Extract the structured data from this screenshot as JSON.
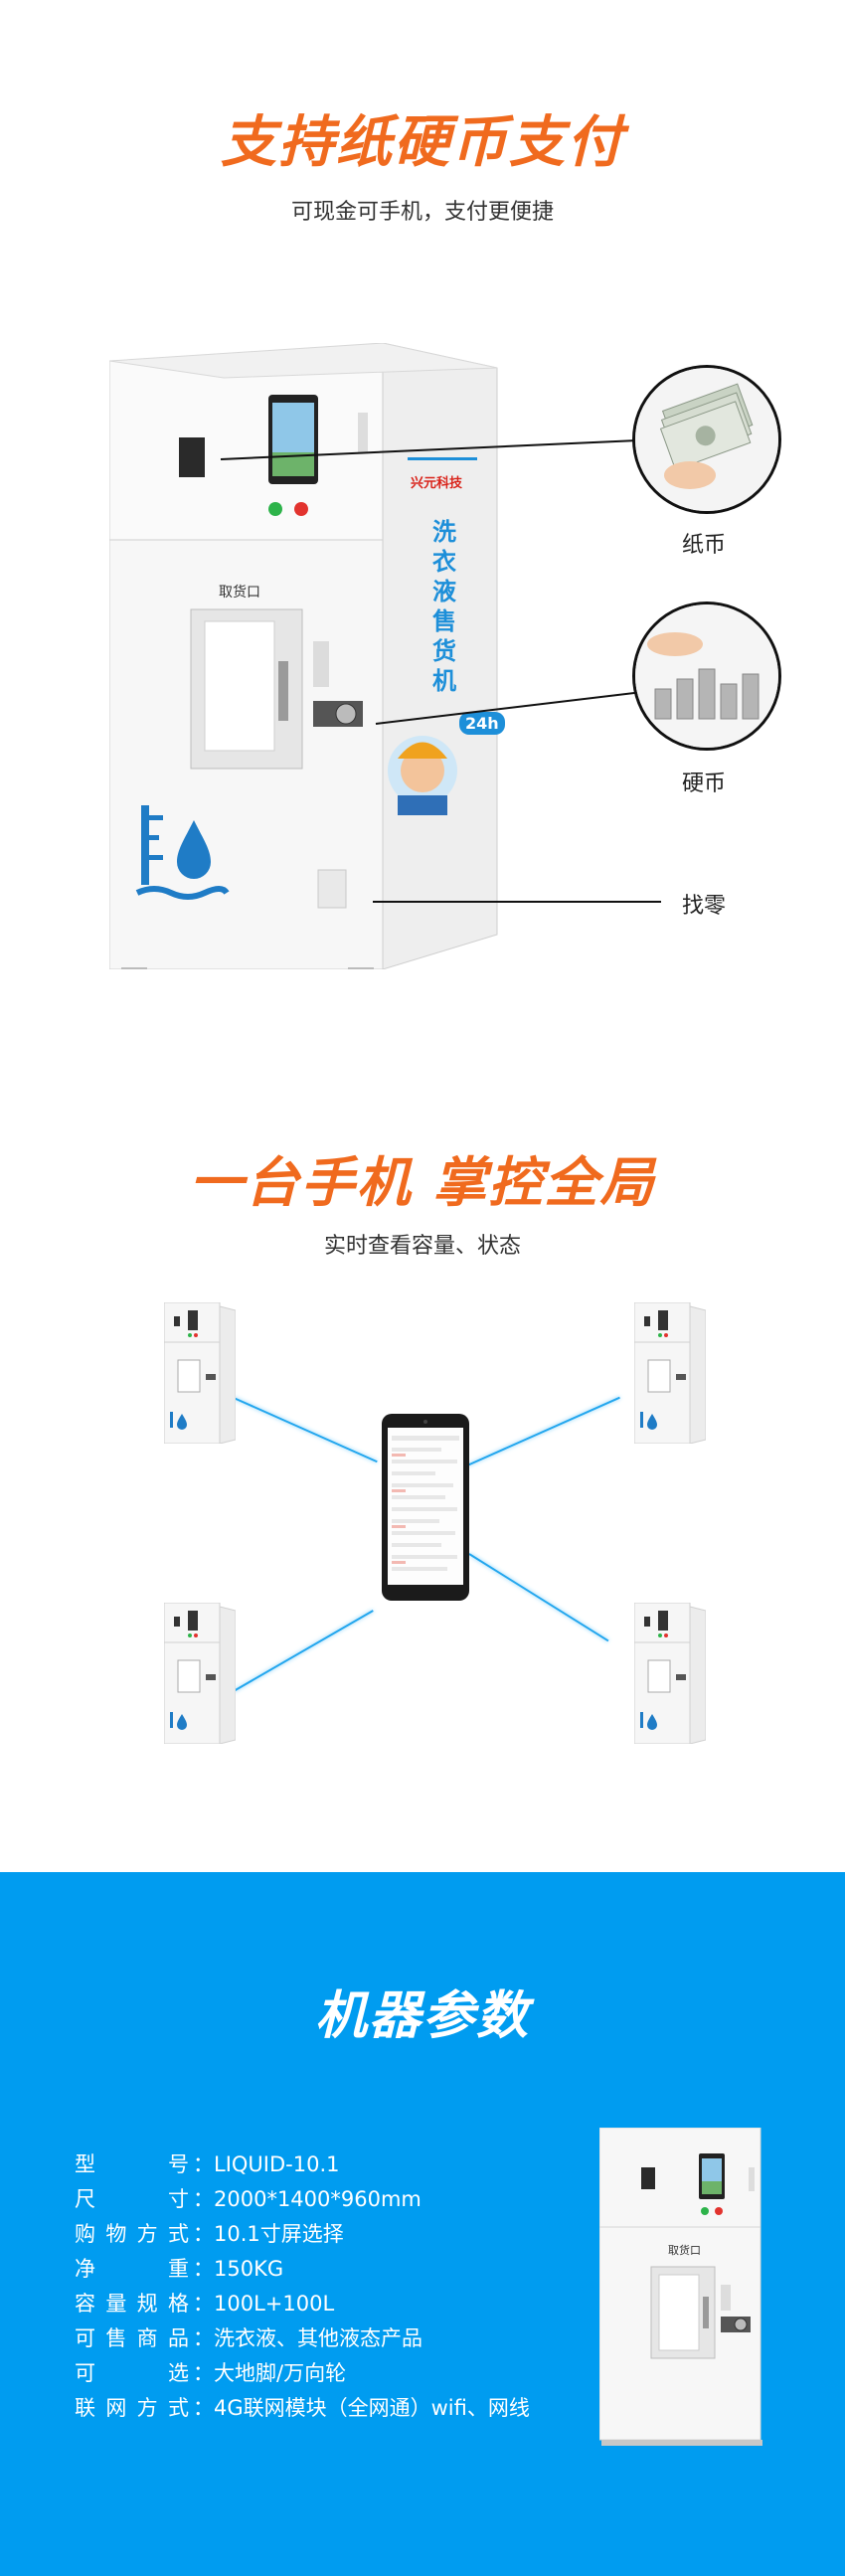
{
  "section1": {
    "title": "支持纸硬币支付",
    "subtitle": "可现金可手机，支付更便捷",
    "labels": {
      "bill": "纸币",
      "coin": "硬币",
      "change": "找零"
    },
    "machine": {
      "brand": "兴元科技",
      "pickup_label": "取货口",
      "side_text": [
        "洗",
        "衣",
        "液",
        "售",
        "货",
        "机"
      ],
      "badge": "24h"
    }
  },
  "section2": {
    "title": "一台手机 掌控全局",
    "subtitle": "实时查看容量、状态"
  },
  "section3": {
    "title": "机器参数",
    "specs": [
      {
        "key": "型号",
        "value": "LIQUID-10.1"
      },
      {
        "key": "尺寸",
        "value": "2000*1400*960mm"
      },
      {
        "key": "购物方式",
        "value": "10.1寸屏选择"
      },
      {
        "key": "净重",
        "value": "150KG"
      },
      {
        "key": "容量规格",
        "value": "100L+100L"
      },
      {
        "key": "可售商品",
        "value": "洗衣液、其他液态产品"
      },
      {
        "key": "可选",
        "value": "大地脚/万向轮"
      },
      {
        "key": "联网方式",
        "value": "4G联网模块（全网通）wifi、网线"
      }
    ],
    "machine_pickup_label": "取货口"
  },
  "colors": {
    "accent": "#f06a1e",
    "blue": "#009cf0",
    "ray": "#22a6ee"
  }
}
